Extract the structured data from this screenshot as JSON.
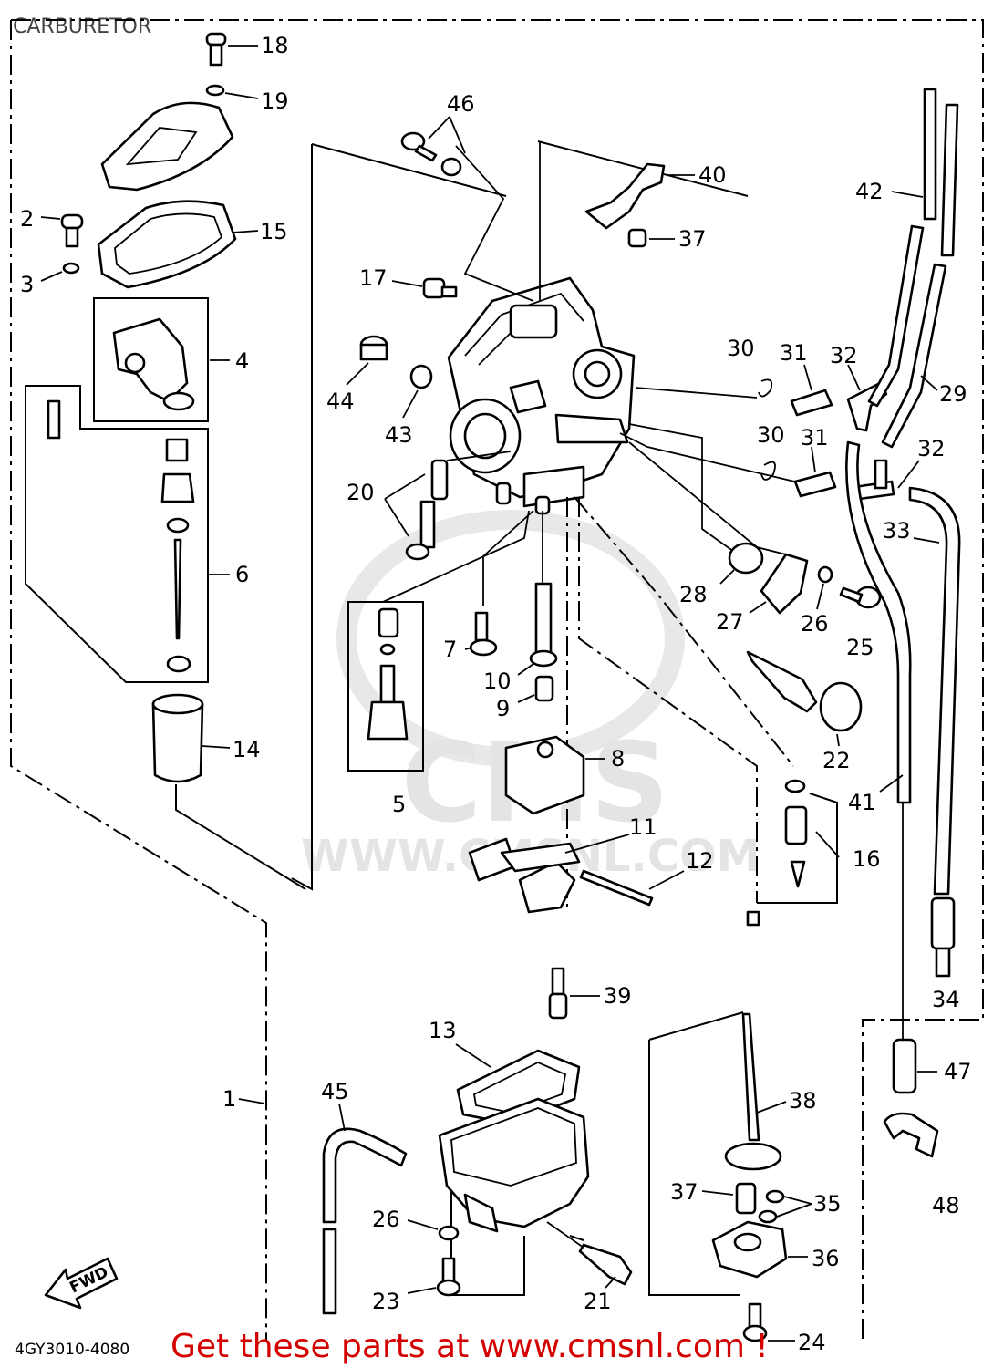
{
  "title": "CARBURETOR",
  "diagram_code": "4GY3010-4080",
  "promo_text": "Get these parts at www.cmsnl.com !",
  "watermark": {
    "brand": "CMS",
    "url": "WWW.CMSNL.COM"
  },
  "direction_label": "FWD",
  "callouts": [
    {
      "id": "c1",
      "text": "1"
    },
    {
      "id": "c2",
      "text": "2"
    },
    {
      "id": "c3",
      "text": "3"
    },
    {
      "id": "c4",
      "text": "4"
    },
    {
      "id": "c5",
      "text": "5"
    },
    {
      "id": "c6",
      "text": "6"
    },
    {
      "id": "c7",
      "text": "7"
    },
    {
      "id": "c8",
      "text": "8"
    },
    {
      "id": "c9",
      "text": "9"
    },
    {
      "id": "c10",
      "text": "10"
    },
    {
      "id": "c11",
      "text": "11"
    },
    {
      "id": "c12",
      "text": "12"
    },
    {
      "id": "c13",
      "text": "13"
    },
    {
      "id": "c14",
      "text": "14"
    },
    {
      "id": "c15",
      "text": "15"
    },
    {
      "id": "c16",
      "text": "16"
    },
    {
      "id": "c17",
      "text": "17"
    },
    {
      "id": "c18",
      "text": "18"
    },
    {
      "id": "c19",
      "text": "19"
    },
    {
      "id": "c20",
      "text": "20"
    },
    {
      "id": "c21",
      "text": "21"
    },
    {
      "id": "c22",
      "text": "22"
    },
    {
      "id": "c23",
      "text": "23"
    },
    {
      "id": "c24",
      "text": "24"
    },
    {
      "id": "c25",
      "text": "25"
    },
    {
      "id": "c26a",
      "text": "26"
    },
    {
      "id": "c26b",
      "text": "26"
    },
    {
      "id": "c27",
      "text": "27"
    },
    {
      "id": "c28",
      "text": "28"
    },
    {
      "id": "c29",
      "text": "29"
    },
    {
      "id": "c30a",
      "text": "30"
    },
    {
      "id": "c30b",
      "text": "30"
    },
    {
      "id": "c31a",
      "text": "31"
    },
    {
      "id": "c31b",
      "text": "31"
    },
    {
      "id": "c32a",
      "text": "32"
    },
    {
      "id": "c32b",
      "text": "32"
    },
    {
      "id": "c33",
      "text": "33"
    },
    {
      "id": "c34",
      "text": "34"
    },
    {
      "id": "c35",
      "text": "35"
    },
    {
      "id": "c36",
      "text": "36"
    },
    {
      "id": "c37a",
      "text": "37"
    },
    {
      "id": "c37b",
      "text": "37"
    },
    {
      "id": "c38",
      "text": "38"
    },
    {
      "id": "c39",
      "text": "39"
    },
    {
      "id": "c40",
      "text": "40"
    },
    {
      "id": "c41",
      "text": "41"
    },
    {
      "id": "c42",
      "text": "42"
    },
    {
      "id": "c43",
      "text": "43"
    },
    {
      "id": "c44",
      "text": "44"
    },
    {
      "id": "c45",
      "text": "45"
    },
    {
      "id": "c46",
      "text": "46"
    },
    {
      "id": "c47",
      "text": "47"
    },
    {
      "id": "c48",
      "text": "48"
    }
  ]
}
